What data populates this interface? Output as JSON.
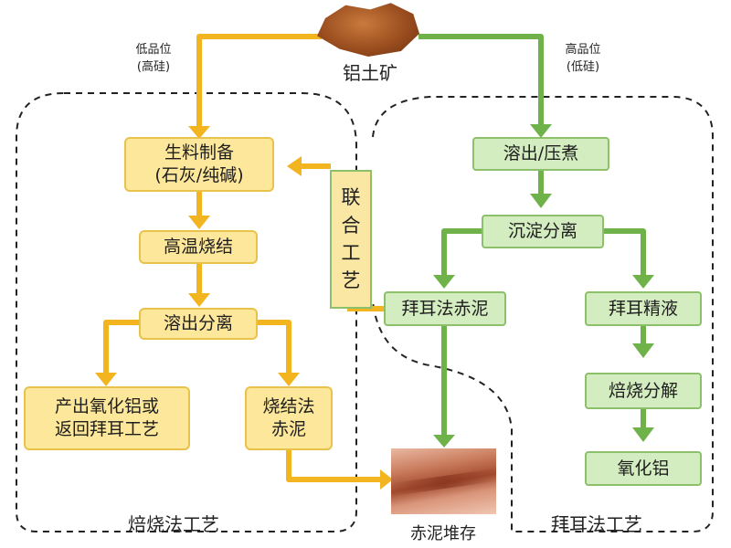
{
  "source": {
    "label": "铝土矿"
  },
  "left_branch": {
    "line1": "低品位",
    "line2": "(高硅)"
  },
  "right_branch": {
    "line1": "高品位",
    "line2": "(低硅)"
  },
  "sintering": {
    "title": "焙烧法工艺",
    "raw_prep_1": "生料制备",
    "raw_prep_2": "(石灰/纯碱)",
    "high_temp": "高温烧结",
    "leach_sep": "溶出分离",
    "product_1": "产出氧化铝或",
    "product_2": "返回拜耳工艺",
    "red_mud_1": "烧结法",
    "red_mud_2": "赤泥"
  },
  "combined": {
    "c1": "联",
    "c2": "合",
    "c3": "工",
    "c4": "艺"
  },
  "bayer": {
    "title": "拜耳法工艺",
    "digest": "溶出/压煮",
    "settle": "沉淀分离",
    "red_mud": "拜耳法赤泥",
    "liquor": "拜耳精液",
    "calcine": "焙烧分解",
    "alumina": "氧化铝"
  },
  "storage": {
    "label": "赤泥堆存"
  },
  "colors": {
    "yellow": "#f2b41f",
    "green": "#6fb24a",
    "yellow_box": "#fde79a",
    "green_box": "#d3ecc0"
  }
}
